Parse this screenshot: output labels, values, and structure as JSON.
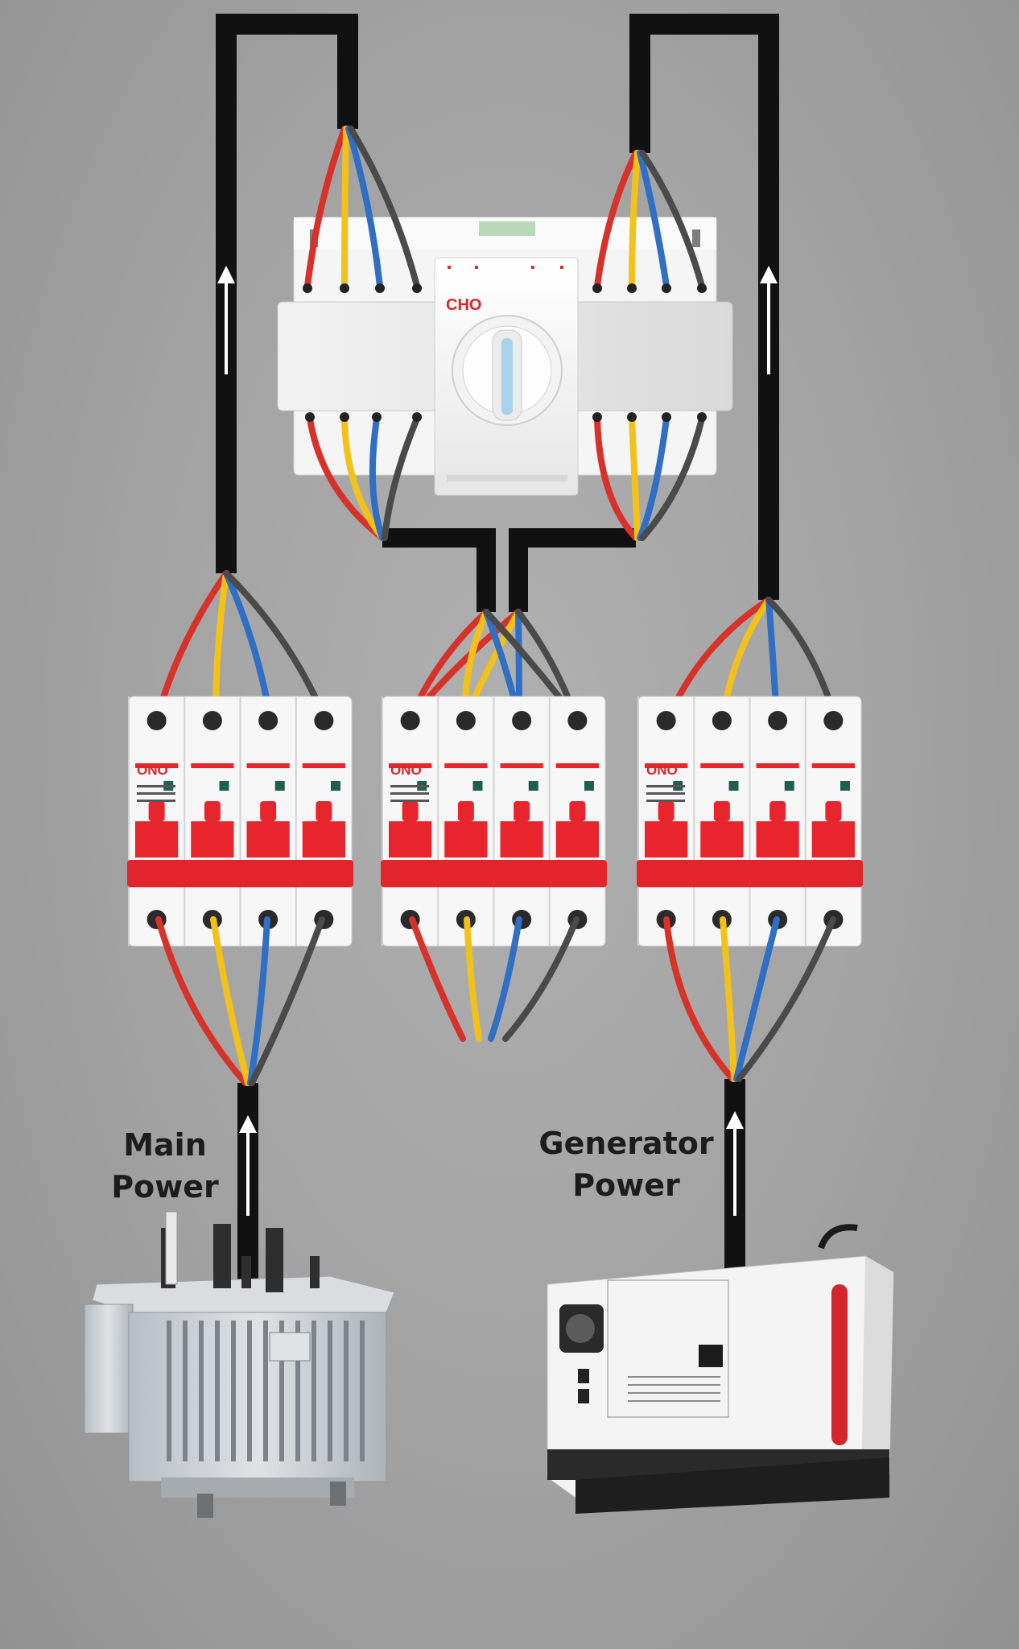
{
  "labels": {
    "main_power": [
      "Main",
      "Power"
    ],
    "generator_power": [
      "Generator",
      "Power"
    ]
  },
  "brand_text": "CHO",
  "breaker_brand_text": "ONO",
  "colors": {
    "background": "#a6a6a6",
    "cable": "#111111",
    "wire_red": "#d6322a",
    "wire_yellow": "#f2c21b",
    "wire_blue": "#2f6fc4",
    "wire_gray": "#4a4a4a",
    "breaker_accent": "#e8242c"
  },
  "components": {
    "ats_switch": "dual-power-automatic-transfer-switch",
    "breakers": [
      "main-breaker",
      "load-breaker",
      "generator-breaker"
    ],
    "sources": [
      "transformer",
      "diesel-generator"
    ]
  }
}
